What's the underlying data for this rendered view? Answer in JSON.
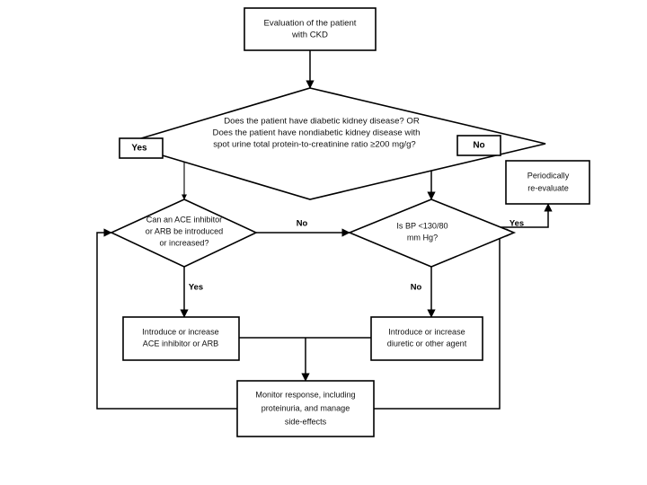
{
  "diagram": {
    "title": "CKD blood pressure management flowchart",
    "colors": {
      "background": "#ffffff",
      "stroke": "#000000",
      "text": "#111111"
    },
    "nodes": {
      "start": {
        "type": "process",
        "line1": "Evaluation of the patient",
        "line2": "with CKD"
      },
      "main_decision": {
        "type": "decision",
        "line1": "Does the patient have diabetic kidney disease?  OR",
        "line2": "Does the patient have nondiabetic kidney disease  with",
        "line3": "spot urine total protein-to-creatinine ratio ≥200 mg/g?"
      },
      "ace_decision": {
        "type": "decision",
        "line1": "Can an ACE inhibitor",
        "line2": "or ARB be introduced",
        "line3": "or increased?"
      },
      "bp_decision": {
        "type": "decision",
        "line1": "Is BP <130/80",
        "line2": "mm Hg?"
      },
      "periodic": {
        "type": "process",
        "line1": "Periodically",
        "line2": "re-evaluate"
      },
      "ace_action": {
        "type": "process",
        "line1": "Introduce or increase",
        "line2": "ACE inhibitor or ARB"
      },
      "diuretic_action": {
        "type": "process",
        "line1": "Introduce or increase",
        "line2": "diuretic or other agent"
      },
      "monitor": {
        "type": "process",
        "line1": "Monitor response, including",
        "line2": "proteinuria, and manage",
        "line3": "side-effects"
      }
    },
    "branch_labels": {
      "main_yes": "Yes",
      "main_no": "No",
      "ace_no": "No",
      "ace_yes": "Yes",
      "bp_yes": "Yes",
      "bp_no": "No"
    }
  }
}
